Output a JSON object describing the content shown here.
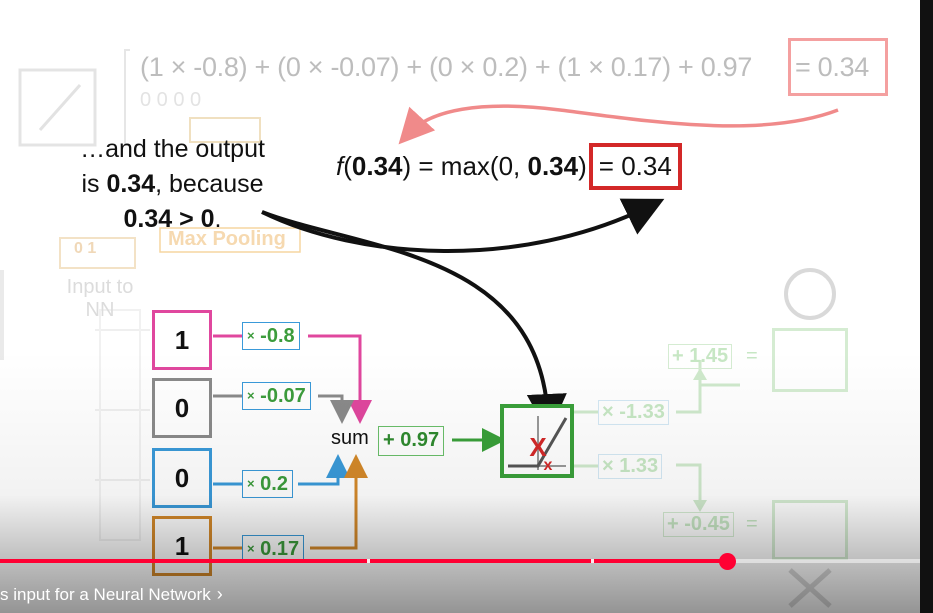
{
  "equation_top": {
    "expression": "(1 × -0.8) + (0 × -0.07) + (0 × 0.2) + (1 × 0.17) + 0.97",
    "result": "= 0.34"
  },
  "explanation": {
    "line1": "…and the output",
    "line2_prefix": "is ",
    "line2_bold": "0.34",
    "line2_suffix": ", because",
    "line3_bold": "0.34 > 0",
    "line3_suffix": "."
  },
  "relu_equation": {
    "f": "f",
    "open": "(",
    "arg": "0.34",
    "mid": ") = max(0, ",
    "arg2": "0.34",
    "close": ")",
    "result": "= 0.34"
  },
  "background_labels": {
    "max_pooling": "Max Pooling",
    "input_to_nn_line1": "Input to",
    "input_to_nn_line2": "NN",
    "pool_values": "0  1"
  },
  "inputs": [
    {
      "value": "1",
      "color": "#e0479e"
    },
    {
      "value": "0",
      "color": "#8a8a8a"
    },
    {
      "value": "0",
      "color": "#3a9ad9"
    },
    {
      "value": "1",
      "color": "#d4892a"
    }
  ],
  "weights": [
    {
      "x": "×",
      "value": "-0.8"
    },
    {
      "x": "×",
      "value": "-0.07"
    },
    {
      "x": "×",
      "value": "0.2"
    },
    {
      "x": "×",
      "value": "0.17"
    }
  ],
  "sum_label": "sum",
  "bias": "+ 0.97",
  "right_network": {
    "w_top": "× -1.33",
    "w_bottom": "× 1.33",
    "bias_top": "+ 1.45",
    "bias_bottom": "+ -0.45",
    "equals": "="
  },
  "player": {
    "progress_fraction": 0.79,
    "chapter_title": "s input for a Neural Network",
    "chapter_chevron": "›"
  },
  "colors": {
    "accent_red": "#d32828",
    "progress": "#ff0033",
    "green": "#3aa03a"
  }
}
